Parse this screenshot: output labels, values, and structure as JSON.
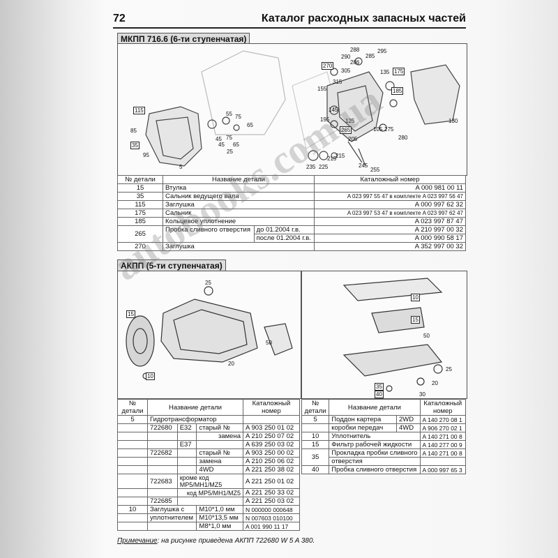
{
  "header": {
    "page_number": "72",
    "title": "Каталог расходных запасных частей"
  },
  "section1": {
    "title": "МКПП 716.6 (6-ти ступенчатая)",
    "callouts": [
      "115",
      "85",
      "35",
      "95",
      "5",
      "55",
      "75",
      "65",
      "45",
      "75",
      "65",
      "45",
      "25",
      "288",
      "290",
      "295",
      "285",
      "286",
      "270",
      "305",
      "135",
      "175",
      "155",
      "185",
      "315",
      "145",
      "195",
      "125",
      "265",
      "105",
      "275",
      "205",
      "215",
      "215",
      "235",
      "225",
      "245",
      "255",
      "280",
      "130"
    ],
    "table": {
      "headers": [
        "№ детали",
        "Название детали",
        "Каталожный номер"
      ],
      "rows": [
        [
          "15",
          "Втулка",
          "",
          "A 000 981 00 11"
        ],
        [
          "35",
          "Сальник ведущего вала",
          "",
          "A 023 997 55 47 в комплекте A 023 997 56 47"
        ],
        [
          "115",
          "Заглушка",
          "",
          "A 000 997 62 32"
        ],
        [
          "175",
          "Сальник",
          "",
          "A 023 997 53 47 в комплекте A 023 997 62 47"
        ],
        [
          "185",
          "Кольцевое уплотнение",
          "",
          "A 023 997 87 47"
        ],
        [
          "265",
          "Пробка сливного отверстия",
          "до 01.2004 г.в.",
          "A 210 997 00 32"
        ],
        [
          "",
          "",
          "после 01.2004 г.в.",
          "A 000 990 58 17"
        ],
        [
          "270",
          "Заглушка",
          "",
          "A 352 997 00 32"
        ]
      ]
    }
  },
  "section2": {
    "title": "АКПП (5-ти ступенчатая)",
    "callouts": [
      "25",
      "15",
      "10",
      "20",
      "50",
      "10",
      "15",
      "50",
      "25",
      "35",
      "40",
      "30",
      "20"
    ],
    "left_table": {
      "headers": [
        "№ детали",
        "Название детали",
        "Каталожный номер"
      ],
      "rows": [
        [
          "5",
          "Гидротрансформатор",
          "",
          "",
          ""
        ],
        [
          "",
          "722680",
          "E32",
          "старый №",
          "A 903 250 01 02"
        ],
        [
          "",
          "",
          "",
          "замена",
          "A 210 250 07 02"
        ],
        [
          "",
          "",
          "E37",
          "",
          "A 639 250 03 02"
        ],
        [
          "",
          "722682",
          "",
          "старый №",
          "A 903 250 00 02"
        ],
        [
          "",
          "",
          "",
          "замена",
          "A 210 250 06 02"
        ],
        [
          "",
          "",
          "",
          "4WD",
          "A 221 250 38 02"
        ],
        [
          "",
          "722683",
          "кроме код MP5/MH1/MZ5",
          "",
          "A 221 250 01 02"
        ],
        [
          "",
          "",
          "код MP5/MH1/MZ5",
          "",
          "A 221 250 33 02"
        ],
        [
          "",
          "722685",
          "",
          "",
          "A 221 250 03 02"
        ],
        [
          "10",
          "Заглушка с",
          "",
          "M10*1,0 мм",
          "N 000000 000648"
        ],
        [
          "",
          "уплотнителем",
          "",
          "M10*13,5 мм",
          "N 007603 010100"
        ],
        [
          "",
          "",
          "",
          "M8*1,0 мм",
          "A 001 990 11 17"
        ]
      ]
    },
    "right_table": {
      "headers": [
        "№ детали",
        "Название детали",
        "Каталожный номер"
      ],
      "rows": [
        [
          "5",
          "Поддон картера",
          "2WD",
          "A 140 270 08 1"
        ],
        [
          "",
          "коробки передач",
          "4WD",
          "A 906 270 02 1"
        ],
        [
          "10",
          "Уплотнитель",
          "",
          "A 140 271 00 8"
        ],
        [
          "15",
          "Фильтр рабочей жидкости",
          "",
          "A 140 277 00 9"
        ],
        [
          "35",
          "Прокладка пробки сливного",
          "",
          "A 140 271 00 8"
        ],
        [
          "",
          "отверстия",
          "",
          ""
        ],
        [
          "40",
          "Пробка сливного отверстия",
          "",
          "A 000 997 65 3"
        ]
      ]
    }
  },
  "note": {
    "label": "Примечание",
    "text": ": на рисунке приведена АКПП 722680 W 5 A 380."
  },
  "watermark": "autobooks.com.ua"
}
